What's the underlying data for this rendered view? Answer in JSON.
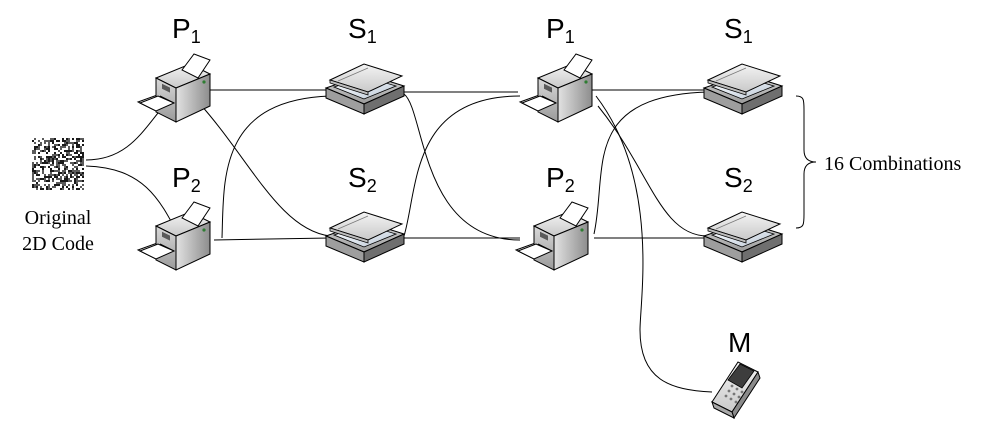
{
  "labels": {
    "p1": "P",
    "p2": "P",
    "s1": "S",
    "s2": "S",
    "sub1": "1",
    "sub2": "2",
    "mobile": "M"
  },
  "source": {
    "line1": "Original",
    "line2": "2D Code"
  },
  "brace_note": "16 Combinations",
  "icons": {
    "printer": "printer-icon",
    "scanner": "scanner-icon",
    "phone": "mobile-phone-icon",
    "code": "2d-code-icon"
  }
}
